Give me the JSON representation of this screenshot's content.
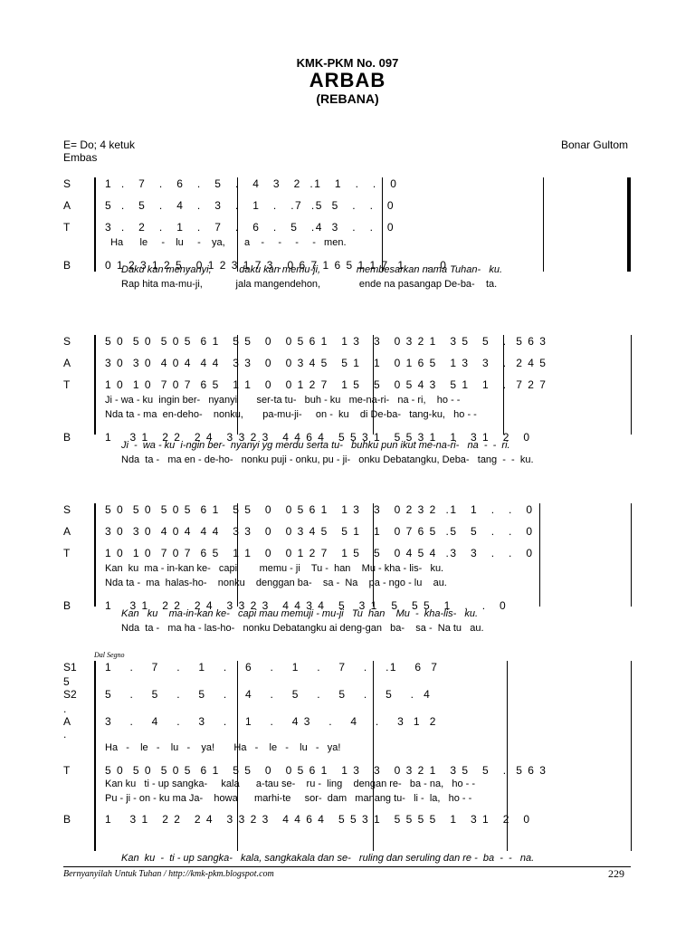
{
  "header": {
    "code": "KMK-PKM No. 097",
    "title": "ARBAB",
    "subtitle": "(REBANA)"
  },
  "meta": {
    "key": "E= Do; 4 ketuk",
    "style": "Embas",
    "composer": "Bonar Gultom"
  },
  "systems": [
    {
      "rows": [
        {
          "label": "S",
          "notes": "1  .   7   .   6   .   5   .   4   3   2  .1   1   .   .   0"
        },
        {
          "label": "A",
          "notes": "5  .   5   .   4   .   3   .   1   .   .7  .5  5   .   .   0"
        },
        {
          "label": "T",
          "notes": "3  .   2   .   1   .   7   .   6   .   5   .4  3   .   .   0"
        },
        {
          "label": "",
          "notes": "  Ha      le     -    lu     -    ya,       a    -     -     -     -   men."
        },
        {
          "label": "B",
          "notes": "0 1 2 3 1 2 5 . 0 1 2 3 1 7 3 . 0 6 7 1 6 5 1 1 7  1  .  .  0"
        }
      ],
      "lyrics": [
        {
          "text": "Daku kan menyanyi,          daku kan memu-ji,             membesarkan nama Tuhan-   ku.",
          "italic": true
        },
        {
          "text": "Rap hita ma-mu-ji,            jala mangendehon,              ende na pasangap De-ba-    ta.",
          "italic": false
        }
      ]
    },
    {
      "rows": [
        {
          "label": "S",
          "notes": "5 0  5 0  5 0 5  6 1   5 5   0   0 5 6 1   1 3   3   0 3 2 1   3 5   5   .  5 6 3"
        },
        {
          "label": "A",
          "notes": "3 0  3 0  4 0 4  4 4   3 3   0   0 3 4 5   5 1   1   0 1 6 5   1 3   3   .  2 4 5"
        },
        {
          "label": "T",
          "notes": "1 0  1 0  7 0 7  6 5   1 1   0   0 1 2 7   1 5   5   0 5 4 3   5 1   1   .  7 2 7"
        },
        {
          "label": "",
          "notes": "Ji - wa - ku  ingin ber-   nyanyi       ser-ta tu-   buh - ku   me-na-ri-   na - ri,    ho - -"
        },
        {
          "label": "",
          "notes": "Nda ta - ma  en-deho-    nonku,       pa-mu-ji-     on -  ku    di De-ba-   tang-ku,   ho - -"
        },
        {
          "label": "B",
          "notes": "1    3 1   2 2   2 4   3 3 2 3   4 4 6 4   5 5 3 1   5 5 3 1   1   3 1   2   0"
        }
      ],
      "lyrics": [
        {
          "text": "Ji  -  wa - ku  i-ngin ber-  nyanyi yg merdu serta tu-   buhku pun ikut me-na-ri-   na  -  -  ri.",
          "italic": true
        },
        {
          "text": "Nda  ta -   ma en - de-ho-   nonku puji - onku, pu - ji-   onku Debatangku, Deba-   tang  -  -  ku.",
          "italic": false
        }
      ]
    },
    {
      "rows": [
        {
          "label": "S",
          "notes": "5 0  5 0  5 0 5  6 1   5 5   0   0 5 6 1   1 3   3   0 2 3 2  .1   1   .   .   0"
        },
        {
          "label": "A",
          "notes": "3 0  3 0  4 0 4  4 4   3 3   0   0 3 4 5   5 1   1   0 7 6 5  .5   5   .   .   0"
        },
        {
          "label": "T",
          "notes": "1 0  1 0  7 0 7  6 5   1 1   0   0 1 2 7   1 5   5   0 4 5 4  .3   3   .   .   0"
        },
        {
          "label": "",
          "notes": "Kan  ku  ma - in-kan ke-   capi        memu - ji    Tu -  han    Mu - kha - lis-   ku."
        },
        {
          "label": "",
          "notes": "Nda ta -  ma  halas-ho-    nonku    denggan ba-    sa -  Na    pa - ngo - lu    au."
        },
        {
          "label": "B",
          "notes": "1    3 1   2 2   2 4   3 3 2 3   4 4 3 4   5   3 1   5   5 5   1   .   .   0"
        }
      ],
      "lyrics": [
        {
          "text": "Kan   ku    ma-in-kan ke-   capi mau memuji - mu-ji   Tu  han    Mu  -  kha-lis-   ku.",
          "italic": true
        },
        {
          "text": "Nda  ta -   ma ha - las-ho-   nonku Debatangku ai deng-gan   ba-    sa -  Na tu   au.",
          "italic": false
        }
      ]
    },
    {
      "segno": "Dal Segno",
      "rows": [
        {
          "label": "S1",
          "notes": "1    .    7    .    1    .    6    .    1    .    7    .    .1    6  7"
        },
        {
          "label": "5",
          "notes": ""
        },
        {
          "label": "S2",
          "notes": "5    .    5    .    5    .    4    .    5    .    5    .    5    .  4"
        },
        {
          "label": ".",
          "notes": ""
        },
        {
          "label": "A",
          "notes": "3    .    4    .    3    .    1    .    4 3    .    4    .    3  1  2"
        },
        {
          "label": ".",
          "notes": ""
        },
        {
          "label": "",
          "notes": "Ha   -    le   -    lu   -    ya!       Ha   -    le   -    lu   -   ya!"
        },
        {
          "label": "T",
          "notes": "5 0  5 0  5 0 5  6 1   5 5   0   0 5 6 1   1 3   3   0 3 2 1   3 5   5   .  5 6 3"
        },
        {
          "label": "",
          "notes": "Kan ku   ti - up sangka-     kala      a-tau se-    ru -  ling    dengan re-   ba - na,   ho - -"
        },
        {
          "label": "",
          "notes": "Pu - ji - on - ku ma Ja-    howa      marhi-te     sor-  dam   manang tu-   li -  la,   ho - -"
        },
        {
          "label": "B",
          "notes": "1    3 1   2 2   2 4   3 3 2 3   4 4 6 4   5 5 3 1   5 5 5 5   1   3 1   2   0"
        }
      ],
      "lyrics": [
        {
          "text": "Kan  ku  -  ti - up sangka-   kala, sangkakala dan se-   ruling dan seruling dan re -  ba  -  -   na.",
          "italic": true
        }
      ]
    }
  ],
  "footer": {
    "text": "Bernyanyilah Untuk Tuhan / http://kmk-pkm.blogspot.com",
    "page": "229"
  }
}
